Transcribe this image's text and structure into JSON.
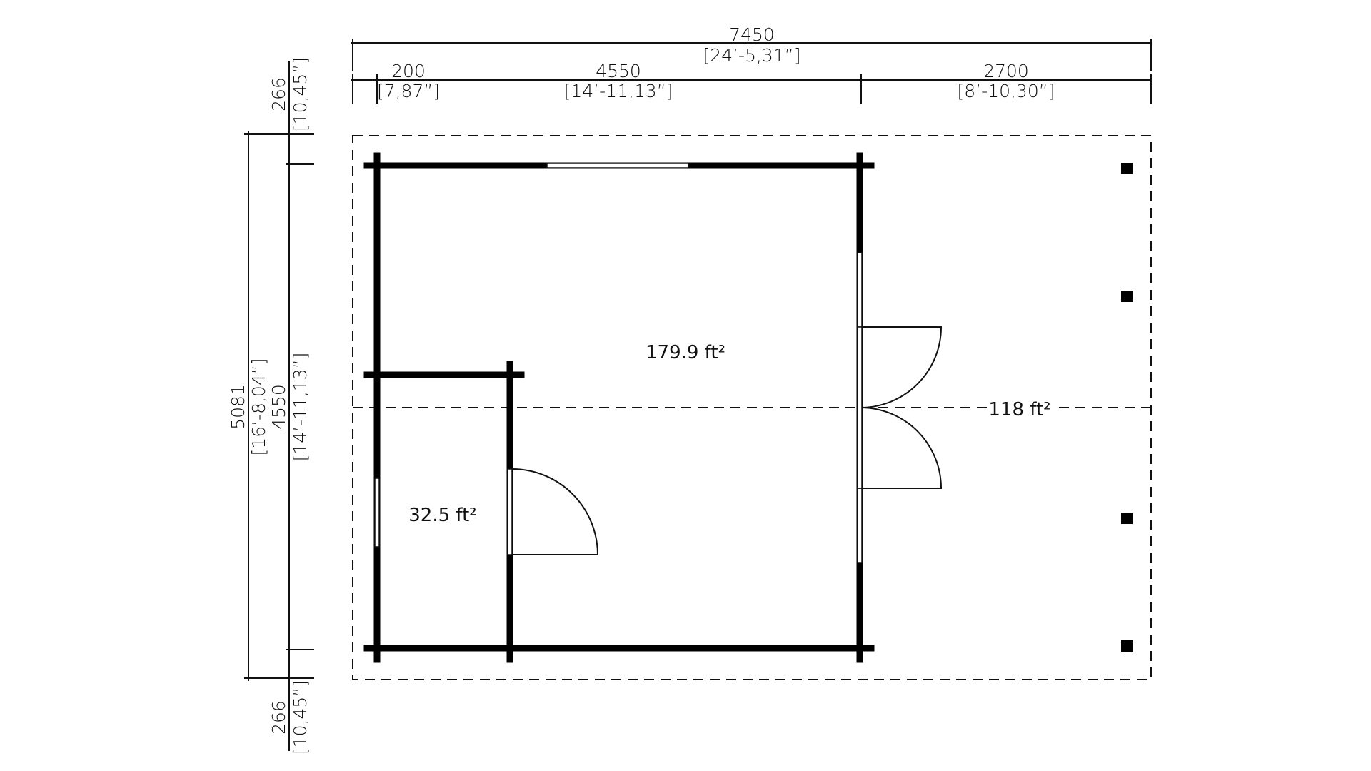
{
  "dimensions": {
    "total_width_mm": "7450",
    "total_width_in": "[24’-5,31”]",
    "left_offset_mm": "200",
    "left_offset_in": "[7,87”]",
    "cabin_width_mm": "4550",
    "cabin_width_in": "[14’-11,13”]",
    "canopy_width_mm": "2700",
    "canopy_width_in": "[8’-10,30”]",
    "total_depth_mm": "5081",
    "total_depth_in": "[16’-8,04”]",
    "cabin_depth_mm": "4550",
    "cabin_depth_in": "[14’-11,13”]",
    "overhang_top_mm": "266",
    "overhang_top_in": "[10,45”]",
    "overhang_bottom_mm": "266",
    "overhang_bottom_in": "[10,45”]"
  },
  "areas": {
    "main_room": "179.9 ft²",
    "small_room": "32.5 ft²",
    "canopy": "118 ft²"
  },
  "colors": {
    "line": "#111111",
    "wall": "#000000",
    "background": "#ffffff"
  }
}
